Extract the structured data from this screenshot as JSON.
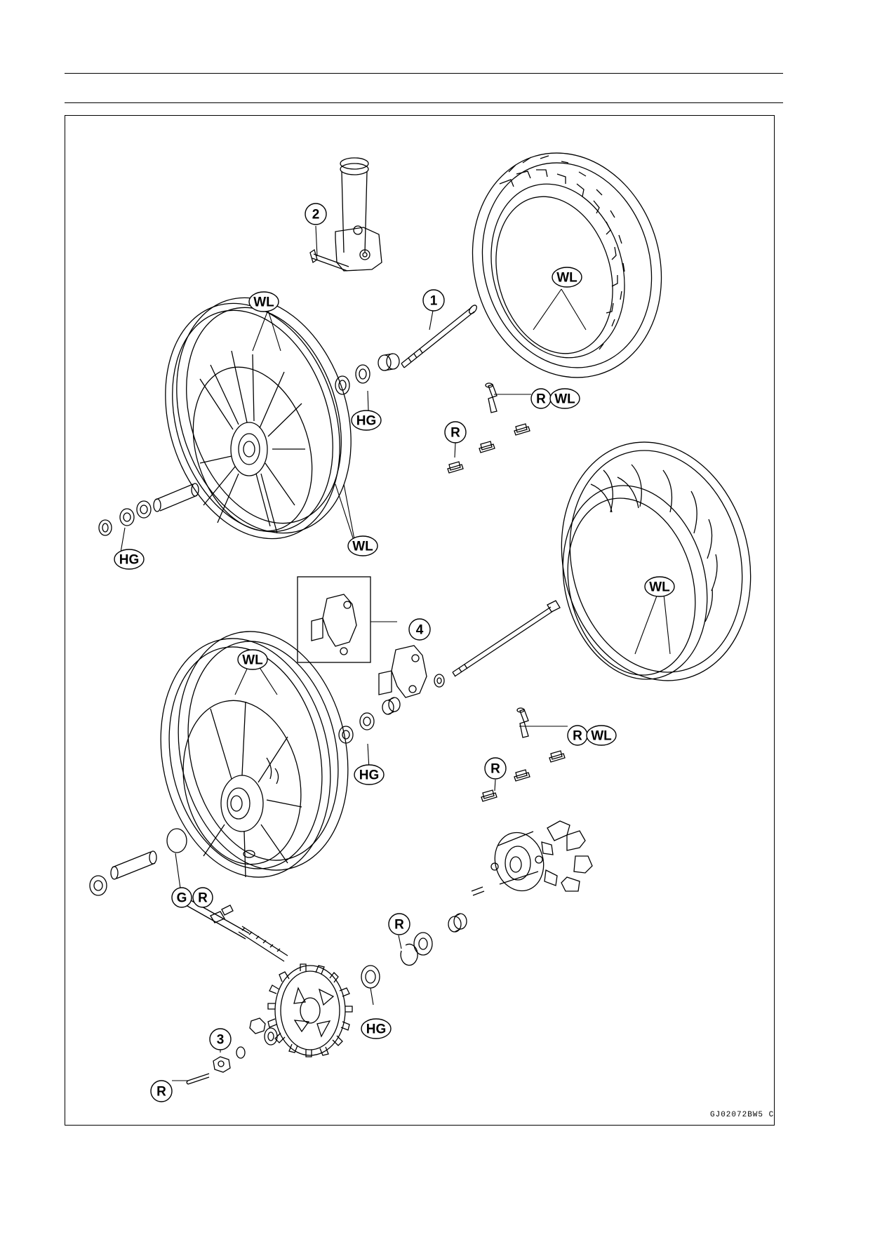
{
  "figure": {
    "code": "GJ02072BW5 C",
    "callouts": {
      "c1": "1",
      "c2": "2",
      "c3": "3",
      "c4": "4",
      "wl": "WL",
      "hg": "HG",
      "r": "R",
      "g": "G"
    }
  }
}
